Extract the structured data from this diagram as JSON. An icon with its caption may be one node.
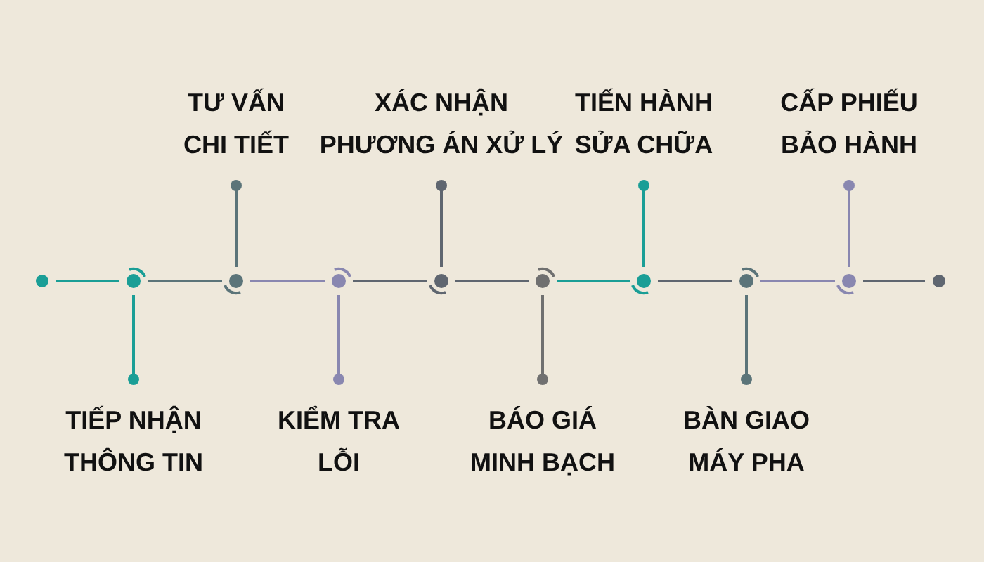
{
  "diagram": {
    "nodes": [
      {
        "text": [
          "TIẾP NHẬN THÔNG TIN"
        ]
      },
      {
        "text": [
          "TƯ VẤN CHI TIẾT"
        ]
      },
      {
        "text": [
          "KIỂM TRA LỖI"
        ]
      },
      {
        "text": [
          "XÁC NHẬN PHƯƠNG ÁN XỬ LÝ"
        ]
      },
      {
        "text": [
          "BÁO GIÁ MINH BẠCH"
        ]
      },
      {
        "text": [
          "TIẾN HÀNH SỬA CHỮA"
        ]
      },
      {
        "text": [
          "BÀN GIAO MÁY PHA"
        ]
      },
      {
        "text": [
          "CẤP PHIẾU BẢO HÀNH"
        ]
      },
      {
        "text": [],
        "shape": "circle"
      },
      {
        "text": [],
        "shape": "circle"
      },
      {
        "text": [],
        "shape": "circle"
      },
      {
        "text": [],
        "shape": "circle"
      },
      {
        "text": [],
        "shape": "circle"
      },
      {
        "text": [],
        "shape": "circle"
      },
      {
        "text": [],
        "shape": "circle"
      },
      {
        "text": [],
        "shape": "circle"
      },
      {
        "text": [],
        "shape": "circle"
      },
      {
        "text": [],
        "shape": "circle"
      }
    ],
    "edges": [
      {
        "from": 8,
        "to": 9,
        "arrow": "none",
        "color": "#1a9e96"
      },
      {
        "from": 9,
        "to": 10,
        "arrow": "none",
        "color": "#5b7479"
      },
      {
        "from": 10,
        "to": 11,
        "arrow": "none",
        "color": "#8987b0"
      },
      {
        "from": 11,
        "to": 12,
        "arrow": "none"
      },
      {
        "from": 12,
        "to": 13,
        "arrow": "none"
      },
      {
        "from": 13,
        "to": 14,
        "arrow": "none",
        "color": "#1a9e96"
      },
      {
        "from": 14,
        "to": 15,
        "arrow": "none"
      },
      {
        "from": 15,
        "to": 16,
        "arrow": "none",
        "color": "#8987b0"
      },
      {
        "from": 16,
        "to": 17,
        "arrow": "none"
      },
      {
        "from": 0,
        "to": 9,
        "arrow": "other",
        "color": "#1a9e96"
      },
      {
        "from": 1,
        "to": 10,
        "arrow": "other",
        "color": "#5b7479"
      },
      {
        "from": 2,
        "to": 11,
        "arrow": "other",
        "color": "#8987b0"
      },
      {
        "from": 3,
        "to": 12,
        "arrow": "other"
      },
      {
        "from": 4,
        "to": 13,
        "arrow": "other",
        "color": "#707070"
      },
      {
        "from": 5,
        "to": 14,
        "arrow": "other",
        "color": "#1a9e96"
      },
      {
        "from": 6,
        "to": 15,
        "arrow": "other",
        "color": "#5b7479"
      },
      {
        "from": 7,
        "to": 16,
        "arrow": "other",
        "color": "#8987b0"
      }
    ]
  }
}
